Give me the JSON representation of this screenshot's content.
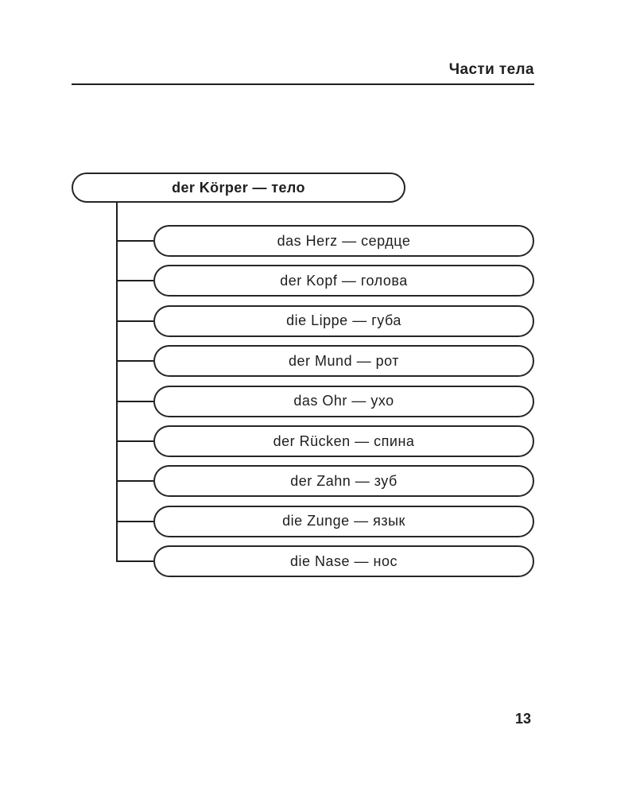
{
  "page": {
    "header_title": "Части тела",
    "page_number": "13"
  },
  "tree": {
    "root": {
      "label": "der Körper — тело"
    },
    "children": [
      {
        "label": "das Herz — сердце"
      },
      {
        "label": "der Kopf — голова"
      },
      {
        "label": "die Lippe — губа"
      },
      {
        "label": "der Mund — рот"
      },
      {
        "label": "das Ohr — ухо"
      },
      {
        "label": "der Rücken — спина"
      },
      {
        "label": "der Zahn — зуб"
      },
      {
        "label": "die Zunge — язык"
      },
      {
        "label": "die Nase — нос"
      }
    ]
  },
  "colors": {
    "ink": "#1e1e1e",
    "background": "#ffffff"
  }
}
